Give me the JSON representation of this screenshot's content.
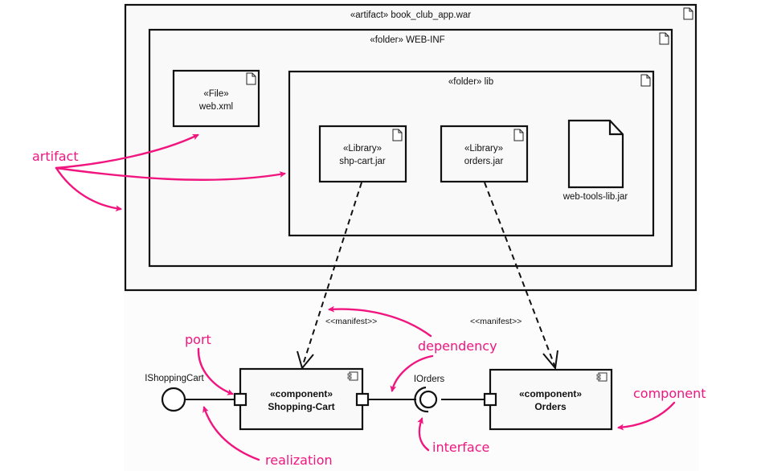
{
  "colors": {
    "annotation": "#f0157f",
    "line": "#111111",
    "box_fill": "#f9f9f9"
  },
  "artifacts": {
    "war": {
      "stereotype": "«artifact»",
      "name": "book_club_app.war",
      "label": "«artifact» book_club_app.war",
      "icon": "document-icon"
    },
    "webinf": {
      "label": "«folder» WEB-INF",
      "icon": "document-icon"
    },
    "webxml": {
      "stereotype": "«File»",
      "name": "web.xml",
      "icon": "document-icon"
    },
    "lib": {
      "label": "«folder» lib",
      "icon": "document-icon"
    },
    "shpcart": {
      "stereotype": "«Library»",
      "name": "shp-cart.jar",
      "icon": "document-icon"
    },
    "orders": {
      "stereotype": "«Library»",
      "name": "orders.jar",
      "icon": "document-icon"
    },
    "webtools": {
      "name": "web-tools-lib.jar",
      "icon": "large-document-icon"
    }
  },
  "dependencies": [
    {
      "label": "<<manifest>>",
      "from": "shp-cart.jar",
      "to": "Shopping-Cart"
    },
    {
      "label": "<<manifest>>",
      "from": "orders.jar",
      "to": "Orders"
    }
  ],
  "components": {
    "cart": {
      "stereotype": "«component»",
      "name": "Shopping-Cart",
      "icon": "component-icon"
    },
    "orders": {
      "stereotype": "«component»",
      "name": "Orders",
      "icon": "component-icon"
    }
  },
  "interfaces": {
    "provided": {
      "name": "IShoppingCart",
      "kind": "provided (ball)"
    },
    "required": {
      "name": "IOrders",
      "kind": "ball-and-socket"
    }
  },
  "annotations": {
    "artifact": "artifact",
    "port": "port",
    "dependency": "dependency",
    "realization": "realization",
    "interface": "interface",
    "component": "component"
  }
}
